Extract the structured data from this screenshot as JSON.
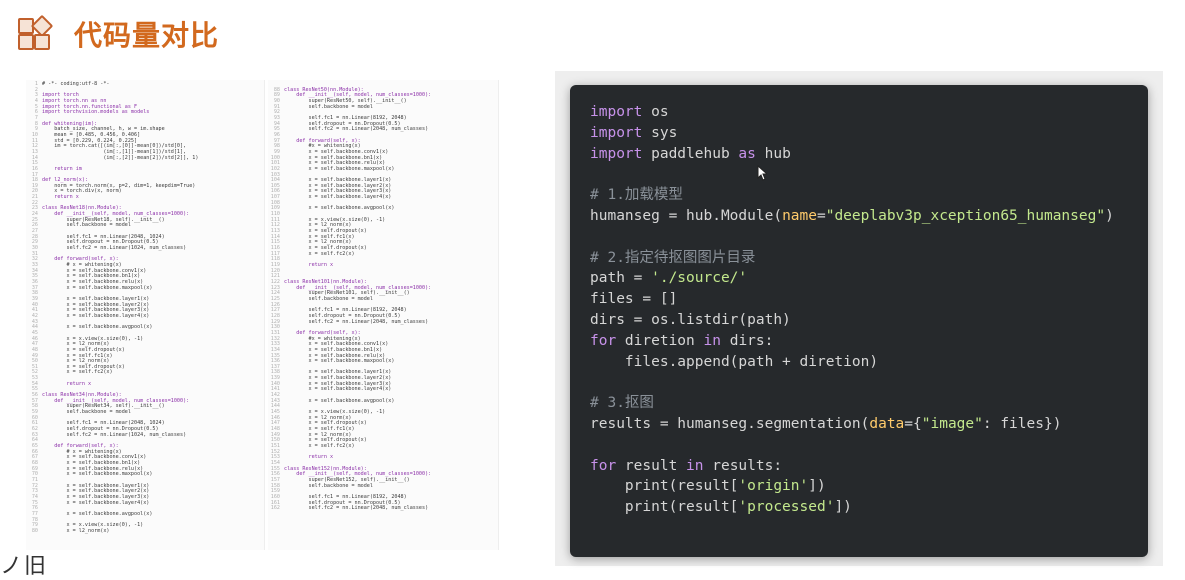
{
  "slide": {
    "title": "代码量对比",
    "bottom_text": "ノ旧"
  },
  "colors": {
    "title": "#d2691e",
    "editor_bg": "#26292c",
    "keyword": "#c792ea",
    "comment": "#8a9199",
    "string": "#c3e88d"
  },
  "left_code": {
    "col1": [
      {
        "n": "1",
        "t": "# -*- coding:utf-8 -*-"
      },
      {
        "n": "2",
        "t": ""
      },
      {
        "n": "3",
        "t": "import torch"
      },
      {
        "n": "4",
        "t": "import torch.nn as nn"
      },
      {
        "n": "5",
        "t": "import torch.nn.functional as F"
      },
      {
        "n": "6",
        "t": "import torchvision.models as models"
      },
      {
        "n": "7",
        "t": ""
      },
      {
        "n": "8",
        "t": "def whitening(im):"
      },
      {
        "n": "9",
        "t": "    batch_size, channel, h, w = im.shape"
      },
      {
        "n": "10",
        "t": "    mean = [0.485, 0.456, 0.406]"
      },
      {
        "n": "11",
        "t": "    std = [0.229, 0.224, 0.225]"
      },
      {
        "n": "12",
        "t": "    im = torch.cat([(im[:,[0]]-mean[0])/std[0],"
      },
      {
        "n": "13",
        "t": "                    (im[:,[1]]-mean[1])/std[1],"
      },
      {
        "n": "14",
        "t": "                    (im[:,[2]]-mean[2])/std[2]], 1)"
      },
      {
        "n": "15",
        "t": ""
      },
      {
        "n": "16",
        "t": "    return im"
      },
      {
        "n": "17",
        "t": ""
      },
      {
        "n": "18",
        "t": "def l2_norm(x):"
      },
      {
        "n": "19",
        "t": "    norm = torch.norm(x, p=2, dim=1, keepdim=True)"
      },
      {
        "n": "20",
        "t": "    x = torch.div(x, norm)"
      },
      {
        "n": "21",
        "t": "    return x"
      },
      {
        "n": "22",
        "t": ""
      },
      {
        "n": "23",
        "t": "class ResNet18(nn.Module):"
      },
      {
        "n": "24",
        "t": "    def __init__(self, model, num_classes=1000):"
      },
      {
        "n": "25",
        "t": "        super(ResNet18, self).__init__()"
      },
      {
        "n": "26",
        "t": "        self.backbone = model"
      },
      {
        "n": "27",
        "t": ""
      },
      {
        "n": "28",
        "t": "        self.fc1 = nn.Linear(2048, 1024)"
      },
      {
        "n": "29",
        "t": "        self.dropout = nn.Dropout(0.5)"
      },
      {
        "n": "30",
        "t": "        self.fc2 = nn.Linear(1024, num_classes)"
      },
      {
        "n": "31",
        "t": ""
      },
      {
        "n": "32",
        "t": "    def forward(self, x):"
      },
      {
        "n": "33",
        "t": "        # x = whitening(x)"
      },
      {
        "n": "34",
        "t": "        x = self.backbone.conv1(x)"
      },
      {
        "n": "35",
        "t": "        x = self.backbone.bn1(x)"
      },
      {
        "n": "36",
        "t": "        x = self.backbone.relu(x)"
      },
      {
        "n": "37",
        "t": "        x = self.backbone.maxpool(x)"
      },
      {
        "n": "38",
        "t": ""
      },
      {
        "n": "39",
        "t": "        x = self.backbone.layer1(x)"
      },
      {
        "n": "40",
        "t": "        x = self.backbone.layer2(x)"
      },
      {
        "n": "41",
        "t": "        x = self.backbone.layer3(x)"
      },
      {
        "n": "42",
        "t": "        x = self.backbone.layer4(x)"
      },
      {
        "n": "43",
        "t": ""
      },
      {
        "n": "44",
        "t": "        x = self.backbone.avgpool(x)"
      },
      {
        "n": "45",
        "t": ""
      },
      {
        "n": "46",
        "t": "        x = x.view(x.size(0), -1)"
      },
      {
        "n": "47",
        "t": "        x = l2_norm(x)"
      },
      {
        "n": "48",
        "t": "        x = self.dropout(x)"
      },
      {
        "n": "49",
        "t": "        x = self.fc1(x)"
      },
      {
        "n": "50",
        "t": "        x = l2_norm(x)"
      },
      {
        "n": "51",
        "t": "        x = self.dropout(x)"
      },
      {
        "n": "52",
        "t": "        x = self.fc2(x)"
      },
      {
        "n": "53",
        "t": ""
      },
      {
        "n": "54",
        "t": "        return x"
      },
      {
        "n": "55",
        "t": ""
      },
      {
        "n": "56",
        "t": "class ResNet34(nn.Module):"
      },
      {
        "n": "57",
        "t": "    def __init__(self, model, num_classes=1000):"
      },
      {
        "n": "58",
        "t": "        super(ResNet34, self).__init__()"
      },
      {
        "n": "59",
        "t": "        self.backbone = model"
      },
      {
        "n": "60",
        "t": ""
      },
      {
        "n": "61",
        "t": "        self.fc1 = nn.Linear(2048, 1024)"
      },
      {
        "n": "62",
        "t": "        self.dropout = nn.Dropout(0.5)"
      },
      {
        "n": "63",
        "t": "        self.fc2 = nn.Linear(1024, num_classes)"
      },
      {
        "n": "64",
        "t": ""
      },
      {
        "n": "65",
        "t": "    def forward(self, x):"
      },
      {
        "n": "66",
        "t": "        # x = whitening(x)"
      },
      {
        "n": "67",
        "t": "        x = self.backbone.conv1(x)"
      },
      {
        "n": "68",
        "t": "        x = self.backbone.bn1(x)"
      },
      {
        "n": "69",
        "t": "        x = self.backbone.relu(x)"
      },
      {
        "n": "70",
        "t": "        x = self.backbone.maxpool(x)"
      },
      {
        "n": "71",
        "t": ""
      },
      {
        "n": "72",
        "t": "        x = self.backbone.layer1(x)"
      },
      {
        "n": "73",
        "t": "        x = self.backbone.layer2(x)"
      },
      {
        "n": "74",
        "t": "        x = self.backbone.layer3(x)"
      },
      {
        "n": "75",
        "t": "        x = self.backbone.layer4(x)"
      },
      {
        "n": "76",
        "t": ""
      },
      {
        "n": "77",
        "t": "        x = self.backbone.avgpool(x)"
      },
      {
        "n": "78",
        "t": ""
      },
      {
        "n": "79",
        "t": "        x = x.view(x.size(0), -1)"
      },
      {
        "n": "80",
        "t": "        x = l2_norm(x)"
      }
    ],
    "col2": [
      {
        "n": "",
        "t": ""
      },
      {
        "n": "88",
        "t": "class ResNet50(nn.Module):"
      },
      {
        "n": "89",
        "t": "    def __init__(self, model, num_classes=1000):"
      },
      {
        "n": "90",
        "t": "        super(ResNet50, self).__init__()"
      },
      {
        "n": "91",
        "t": "        self.backbone = model"
      },
      {
        "n": "92",
        "t": ""
      },
      {
        "n": "93",
        "t": "        self.fc1 = nn.Linear(8192, 2048)"
      },
      {
        "n": "94",
        "t": "        self.dropout = nn.Dropout(0.5)"
      },
      {
        "n": "95",
        "t": "        self.fc2 = nn.Linear(2048, num_classes)"
      },
      {
        "n": "96",
        "t": ""
      },
      {
        "n": "97",
        "t": "    def forward(self, x):"
      },
      {
        "n": "98",
        "t": "        #x = whitening(x)"
      },
      {
        "n": "99",
        "t": "        x = self.backbone.conv1(x)"
      },
      {
        "n": "100",
        "t": "        x = self.backbone.bn1(x)"
      },
      {
        "n": "101",
        "t": "        x = self.backbone.relu(x)"
      },
      {
        "n": "102",
        "t": "        x = self.backbone.maxpool(x)"
      },
      {
        "n": "103",
        "t": ""
      },
      {
        "n": "104",
        "t": "        x = self.backbone.layer1(x)"
      },
      {
        "n": "105",
        "t": "        x = self.backbone.layer2(x)"
      },
      {
        "n": "106",
        "t": "        x = self.backbone.layer3(x)"
      },
      {
        "n": "107",
        "t": "        x = self.backbone.layer4(x)"
      },
      {
        "n": "108",
        "t": ""
      },
      {
        "n": "109",
        "t": "        x = self.backbone.avgpool(x)"
      },
      {
        "n": "110",
        "t": ""
      },
      {
        "n": "111",
        "t": "        x = x.view(x.size(0), -1)"
      },
      {
        "n": "112",
        "t": "        x = l2_norm(x)"
      },
      {
        "n": "113",
        "t": "        x = self.dropout(x)"
      },
      {
        "n": "114",
        "t": "        x = self.fc1(x)"
      },
      {
        "n": "115",
        "t": "        x = l2_norm(x)"
      },
      {
        "n": "116",
        "t": "        x = self.dropout(x)"
      },
      {
        "n": "117",
        "t": "        x = self.fc2(x)"
      },
      {
        "n": "118",
        "t": ""
      },
      {
        "n": "119",
        "t": "        return x"
      },
      {
        "n": "120",
        "t": ""
      },
      {
        "n": "121",
        "t": ""
      },
      {
        "n": "122",
        "t": "class ResNet101(nn.Module):"
      },
      {
        "n": "123",
        "t": "    def __init__(self, model, num_classes=1000):"
      },
      {
        "n": "124",
        "t": "        super(ResNet101, self).__init__()"
      },
      {
        "n": "125",
        "t": "        self.backbone = model"
      },
      {
        "n": "126",
        "t": ""
      },
      {
        "n": "127",
        "t": "        self.fc1 = nn.Linear(8192, 2048)"
      },
      {
        "n": "128",
        "t": "        self.dropout = nn.Dropout(0.5)"
      },
      {
        "n": "129",
        "t": "        self.fc2 = nn.Linear(2048, num_classes)"
      },
      {
        "n": "130",
        "t": ""
      },
      {
        "n": "131",
        "t": "    def forward(self, x):"
      },
      {
        "n": "132",
        "t": "        #x = whitening(x)"
      },
      {
        "n": "133",
        "t": "        x = self.backbone.conv1(x)"
      },
      {
        "n": "134",
        "t": "        x = self.backbone.bn1(x)"
      },
      {
        "n": "135",
        "t": "        x = self.backbone.relu(x)"
      },
      {
        "n": "136",
        "t": "        x = self.backbone.maxpool(x)"
      },
      {
        "n": "137",
        "t": ""
      },
      {
        "n": "138",
        "t": "        x = self.backbone.layer1(x)"
      },
      {
        "n": "139",
        "t": "        x = self.backbone.layer2(x)"
      },
      {
        "n": "140",
        "t": "        x = self.backbone.layer3(x)"
      },
      {
        "n": "141",
        "t": "        x = self.backbone.layer4(x)"
      },
      {
        "n": "142",
        "t": ""
      },
      {
        "n": "143",
        "t": "        x = self.backbone.avgpool(x)"
      },
      {
        "n": "144",
        "t": ""
      },
      {
        "n": "145",
        "t": "        x = x.view(x.size(0), -1)"
      },
      {
        "n": "146",
        "t": "        x = l2_norm(x)"
      },
      {
        "n": "147",
        "t": "        x = self.dropout(x)"
      },
      {
        "n": "148",
        "t": "        x = self.fc1(x)"
      },
      {
        "n": "149",
        "t": "        x = l2_norm(x)"
      },
      {
        "n": "150",
        "t": "        x = self.dropout(x)"
      },
      {
        "n": "151",
        "t": "        x = self.fc2(x)"
      },
      {
        "n": "152",
        "t": ""
      },
      {
        "n": "153",
        "t": "        return x"
      },
      {
        "n": "154",
        "t": ""
      },
      {
        "n": "155",
        "t": "class ResNet152(nn.Module):"
      },
      {
        "n": "156",
        "t": "    def __init__(self, model, num_classes=1000):"
      },
      {
        "n": "157",
        "t": "        super(ResNet152, self).__init__()"
      },
      {
        "n": "158",
        "t": "        self.backbone = model"
      },
      {
        "n": "159",
        "t": ""
      },
      {
        "n": "160",
        "t": "        self.fc1 = nn.Linear(8192, 2048)"
      },
      {
        "n": "161",
        "t": "        self.dropout = nn.Dropout(0.5)"
      },
      {
        "n": "162",
        "t": "        self.fc2 = nn.Linear(2048, num_classes)"
      }
    ]
  },
  "right_code": {
    "lines": [
      [
        {
          "c": "kw",
          "t": "import"
        },
        {
          "c": "pn",
          "t": " os"
        }
      ],
      [
        {
          "c": "kw",
          "t": "import"
        },
        {
          "c": "pn",
          "t": " sys"
        }
      ],
      [
        {
          "c": "kw",
          "t": "import"
        },
        {
          "c": "pn",
          "t": " paddlehub "
        },
        {
          "c": "kw",
          "t": "as"
        },
        {
          "c": "pn",
          "t": " hub"
        }
      ],
      [],
      [
        {
          "c": "cm",
          "t": "# 1.加载模型"
        }
      ],
      [
        {
          "c": "pn",
          "t": "humanseg = hub.Module("
        },
        {
          "c": "arg",
          "t": "name"
        },
        {
          "c": "pn",
          "t": "="
        },
        {
          "c": "str",
          "t": "\"deeplabv3p_xception65_humanseg\""
        },
        {
          "c": "pn",
          "t": ")"
        }
      ],
      [],
      [
        {
          "c": "cm",
          "t": "# 2.指定待抠图图片目录"
        }
      ],
      [
        {
          "c": "pn",
          "t": "path = "
        },
        {
          "c": "str",
          "t": "'./source/'"
        }
      ],
      [
        {
          "c": "pn",
          "t": "files = []"
        }
      ],
      [
        {
          "c": "pn",
          "t": "dirs = os.listdir(path)"
        }
      ],
      [
        {
          "c": "kw",
          "t": "for"
        },
        {
          "c": "pn",
          "t": " diretion "
        },
        {
          "c": "kw",
          "t": "in"
        },
        {
          "c": "pn",
          "t": " dirs:"
        }
      ],
      [
        {
          "c": "pn",
          "t": "    files.append(path + diretion)"
        }
      ],
      [],
      [
        {
          "c": "cm",
          "t": "# 3.抠图"
        }
      ],
      [
        {
          "c": "pn",
          "t": "results = humanseg.segmentation("
        },
        {
          "c": "arg",
          "t": "data"
        },
        {
          "c": "pn",
          "t": "={"
        },
        {
          "c": "str",
          "t": "\"image\""
        },
        {
          "c": "pn",
          "t": ": files})"
        }
      ],
      [],
      [
        {
          "c": "kw",
          "t": "for"
        },
        {
          "c": "pn",
          "t": " result "
        },
        {
          "c": "kw",
          "t": "in"
        },
        {
          "c": "pn",
          "t": " results:"
        }
      ],
      [
        {
          "c": "pn",
          "t": "    print(result["
        },
        {
          "c": "str",
          "t": "'origin'"
        },
        {
          "c": "pn",
          "t": "])"
        }
      ],
      [
        {
          "c": "pn",
          "t": "    print(result["
        },
        {
          "c": "str",
          "t": "'processed'"
        },
        {
          "c": "pn",
          "t": "])"
        }
      ]
    ]
  }
}
